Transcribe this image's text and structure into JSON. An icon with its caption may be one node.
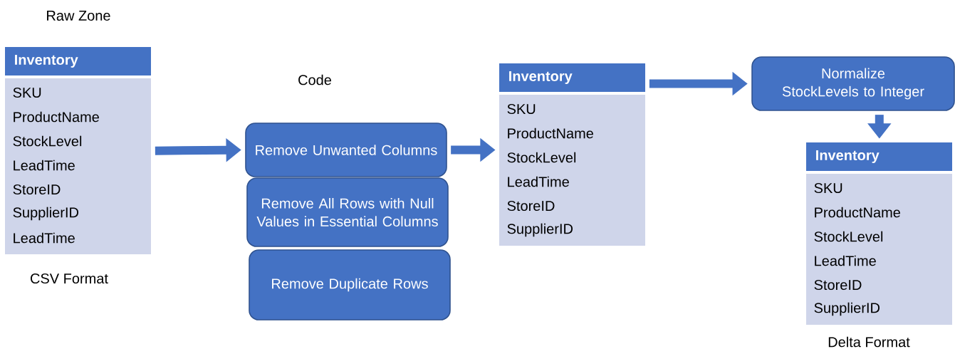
{
  "diagram": {
    "nodes": [
      {
        "text": [
          "Inventory",
          "SKU",
          "ProductName",
          "StockLevel",
          "LeadTime",
          "StoreID",
          "SupplierID",
          "LeadTime"
        ],
        "beside": [
          "Raw Zone",
          "CSV Format"
        ]
      },
      {
        "text": [
          "Remove Unwanted Columns"
        ]
      },
      {
        "text": [
          "Remove All Rows with Null Values in Essential Columns"
        ]
      },
      {
        "text": [
          "Remove Duplicate Rows"
        ]
      },
      {
        "text": [
          "Inventory",
          "SKU",
          "ProductName",
          "StockLevel",
          "LeadTime",
          "StoreID",
          "SupplierID"
        ]
      },
      {
        "text": [
          "Normalize StockLevels to Integer"
        ]
      },
      {
        "text": [
          "Inventory",
          "SKU",
          "ProductName",
          "StockLevel",
          "LeadTime",
          "StoreID",
          "SupplierID"
        ],
        "beside": [
          "Delta Format"
        ]
      }
    ],
    "edges": [
      {
        "from": 0,
        "to": 1,
        "arrow": "to"
      },
      {
        "from": 1,
        "to": 4,
        "arrow": "to"
      },
      {
        "from": 4,
        "to": 5,
        "arrow": "to"
      },
      {
        "from": 5,
        "to": 6,
        "arrow": "to"
      }
    ],
    "labels": [
      "Code"
    ]
  }
}
